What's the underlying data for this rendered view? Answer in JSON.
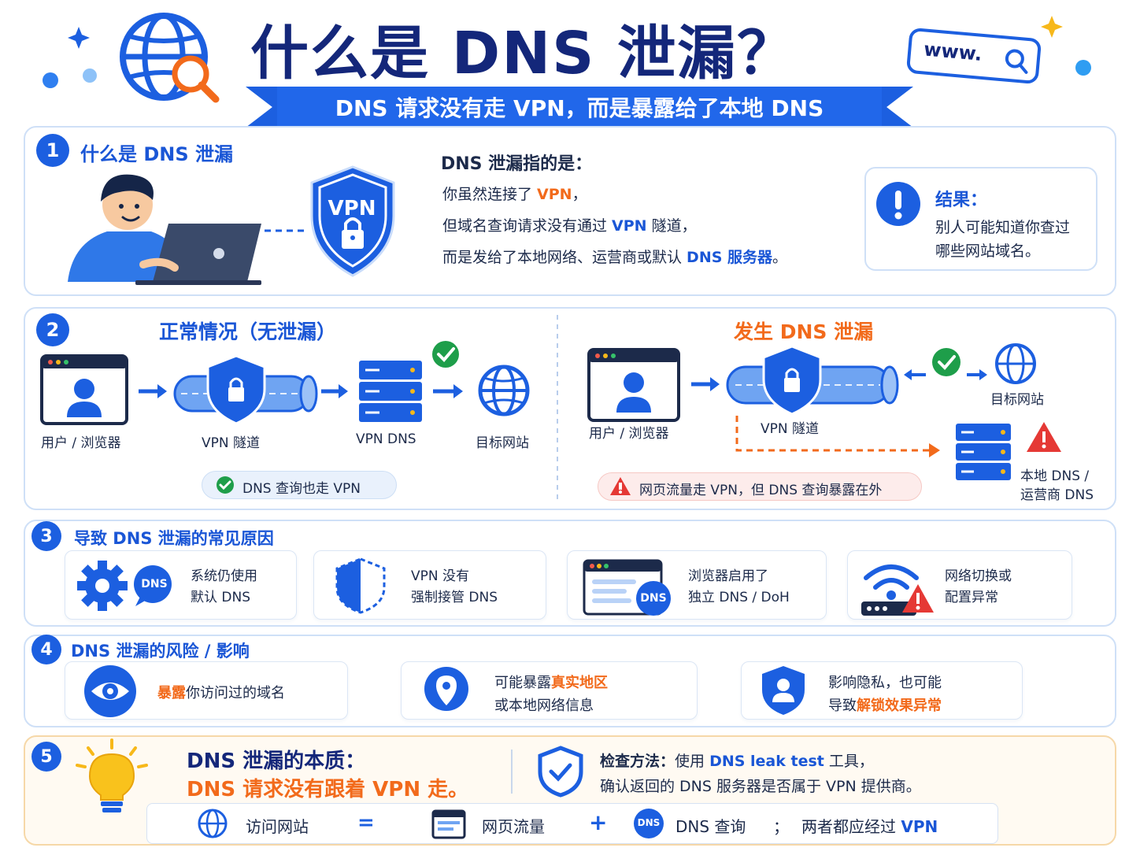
{
  "header": {
    "title": "什么是 DNS 泄漏？",
    "subtitle": "DNS 请求没有走 VPN，而是暴露给了本地 DNS",
    "search_box": "www."
  },
  "section1": {
    "number": "1",
    "title": "什么是 DNS 泄漏",
    "shield_label": "VPN",
    "definition_heading": "DNS 泄漏指的是：",
    "line1_a": "你虽然连接了 ",
    "line1_b": "VPN",
    "line1_c": "，",
    "line2_a": "但域名查询请求没有通过 ",
    "line2_b": "VPN",
    "line2_c": " 隧道，",
    "line3_a": "而是发给了本地网络、运营商或默认 ",
    "line3_b": "DNS 服务器",
    "line3_c": "。",
    "result_title": "结果：",
    "result_line1": "别人可能知道你查过",
    "result_line2": "哪些网站域名。"
  },
  "section2": {
    "number": "2",
    "normal": {
      "title": "正常情况（无泄漏）",
      "user_label": "用户 / 浏览器",
      "tunnel_label": "VPN 隧道",
      "dns_label": "VPN DNS",
      "site_label": "目标网站",
      "note": "DNS 查询也走 VPN"
    },
    "leak": {
      "title": "发生 DNS 泄漏",
      "user_label": "用户 / 浏览器",
      "tunnel_label": "VPN 隧道",
      "site_label": "目标网站",
      "local_dns_line1": "本地 DNS /",
      "local_dns_line2": "运营商 DNS",
      "note": "网页流量走 VPN，但 DNS 查询暴露在外"
    }
  },
  "section3": {
    "number": "3",
    "title": "导致 DNS 泄漏的常见原因",
    "dns_badge": "DNS",
    "causes": [
      {
        "line1": "系统仍使用",
        "line2": "默认 DNS",
        "icon": "gear-icon"
      },
      {
        "line1": "VPN 没有",
        "line2": "强制接管 DNS",
        "icon": "half-shield-icon"
      },
      {
        "line1": "浏览器启用了",
        "line2": "独立 DNS / DoH",
        "icon": "browser-dns-icon"
      },
      {
        "line1": "网络切换或",
        "line2": "配置异常",
        "icon": "wifi-warning-icon"
      }
    ]
  },
  "section4": {
    "number": "4",
    "title": "DNS 泄漏的风险 / 影响",
    "risk1_a": "暴露",
    "risk1_b": "你访问过的域名",
    "risk2_l1_a": "可能暴露",
    "risk2_l1_b": "真实地区",
    "risk2_l2": "或本地网络信息",
    "risk3_l1": "影响隐私，也可能",
    "risk3_l2_a": "导致",
    "risk3_l2_b": "解锁效果异常"
  },
  "section5": {
    "number": "5",
    "essence_title": "DNS 泄漏的本质：",
    "essence_text": "DNS 请求没有跟着 VPN 走。",
    "check_a": "检查方法：",
    "check_b": "使用 ",
    "check_c": "DNS leak test",
    "check_d": " 工具，",
    "check_line2": "确认返回的 DNS 服务器是否属于 VPN 提供商。",
    "formula": {
      "visit": "访问网站",
      "eq": "=",
      "traffic": "网页流量",
      "plus": "+",
      "dns_badge": "DNS",
      "dns": "DNS 查询",
      "semi": "；",
      "both_a": "两者都应经过 ",
      "both_b": "VPN"
    }
  },
  "colors": {
    "navy": "#14277a",
    "blue": "#1c5fe0",
    "orange": "#f26a1b",
    "green": "#1e9e4a",
    "red": "#e53935"
  }
}
